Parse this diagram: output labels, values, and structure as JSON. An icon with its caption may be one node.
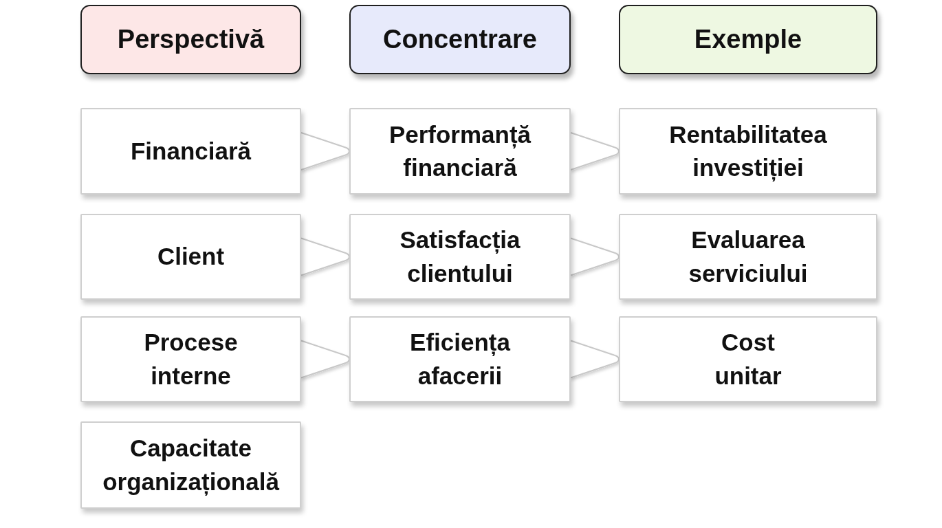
{
  "diagram": {
    "nodes": [
      {
        "text": [
          "Perspectivă"
        ]
      },
      {
        "text": [
          "Concentrare"
        ]
      },
      {
        "text": [
          "Exemple"
        ]
      },
      {
        "text": [
          "Financiară"
        ]
      },
      {
        "text": [
          "Performanță financiară"
        ]
      },
      {
        "text": [
          "Rentabilitatea investiției"
        ]
      },
      {
        "text": [
          "Client"
        ]
      },
      {
        "text": [
          "Satisfacția clientului"
        ]
      },
      {
        "text": [
          "Evaluarea serviciului"
        ]
      },
      {
        "text": [
          "Procese interne"
        ]
      },
      {
        "text": [
          "Eficiența afacerii"
        ]
      },
      {
        "text": [
          "Cost unitar"
        ]
      },
      {
        "text": [
          "Capacitate organizațională"
        ]
      }
    ],
    "edges": [
      {
        "from": 3,
        "to": 4,
        "arrow": "to"
      },
      {
        "from": 4,
        "to": 5,
        "arrow": "to"
      },
      {
        "from": 6,
        "to": 7,
        "arrow": "to"
      },
      {
        "from": 7,
        "to": 8,
        "arrow": "to"
      },
      {
        "from": 9,
        "to": 10,
        "arrow": "to"
      },
      {
        "from": 10,
        "to": 11,
        "arrow": "to"
      }
    ]
  }
}
